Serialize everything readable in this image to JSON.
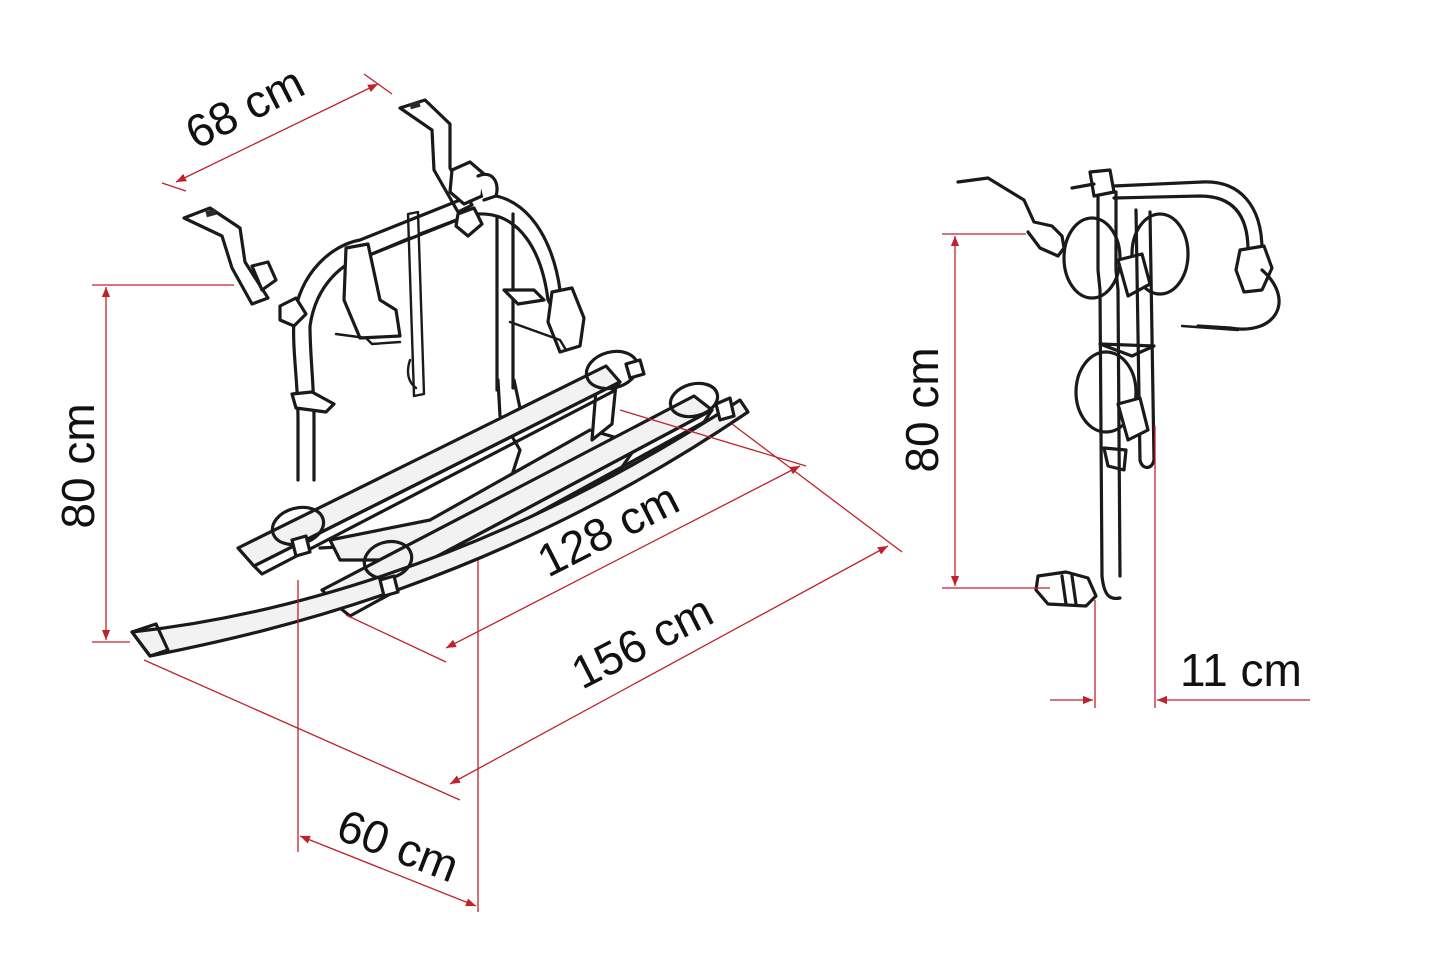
{
  "colors": {
    "line": "#1a1a1a",
    "dimension": "#c0222b",
    "text": "#111111",
    "background": "#ffffff"
  },
  "front_view": {
    "width_top": "68 cm",
    "height": "80 cm",
    "length_inner": "128 cm",
    "length_outer": "156 cm",
    "depth": "60 cm"
  },
  "side_view": {
    "height": "80 cm",
    "offset": "11 cm"
  }
}
